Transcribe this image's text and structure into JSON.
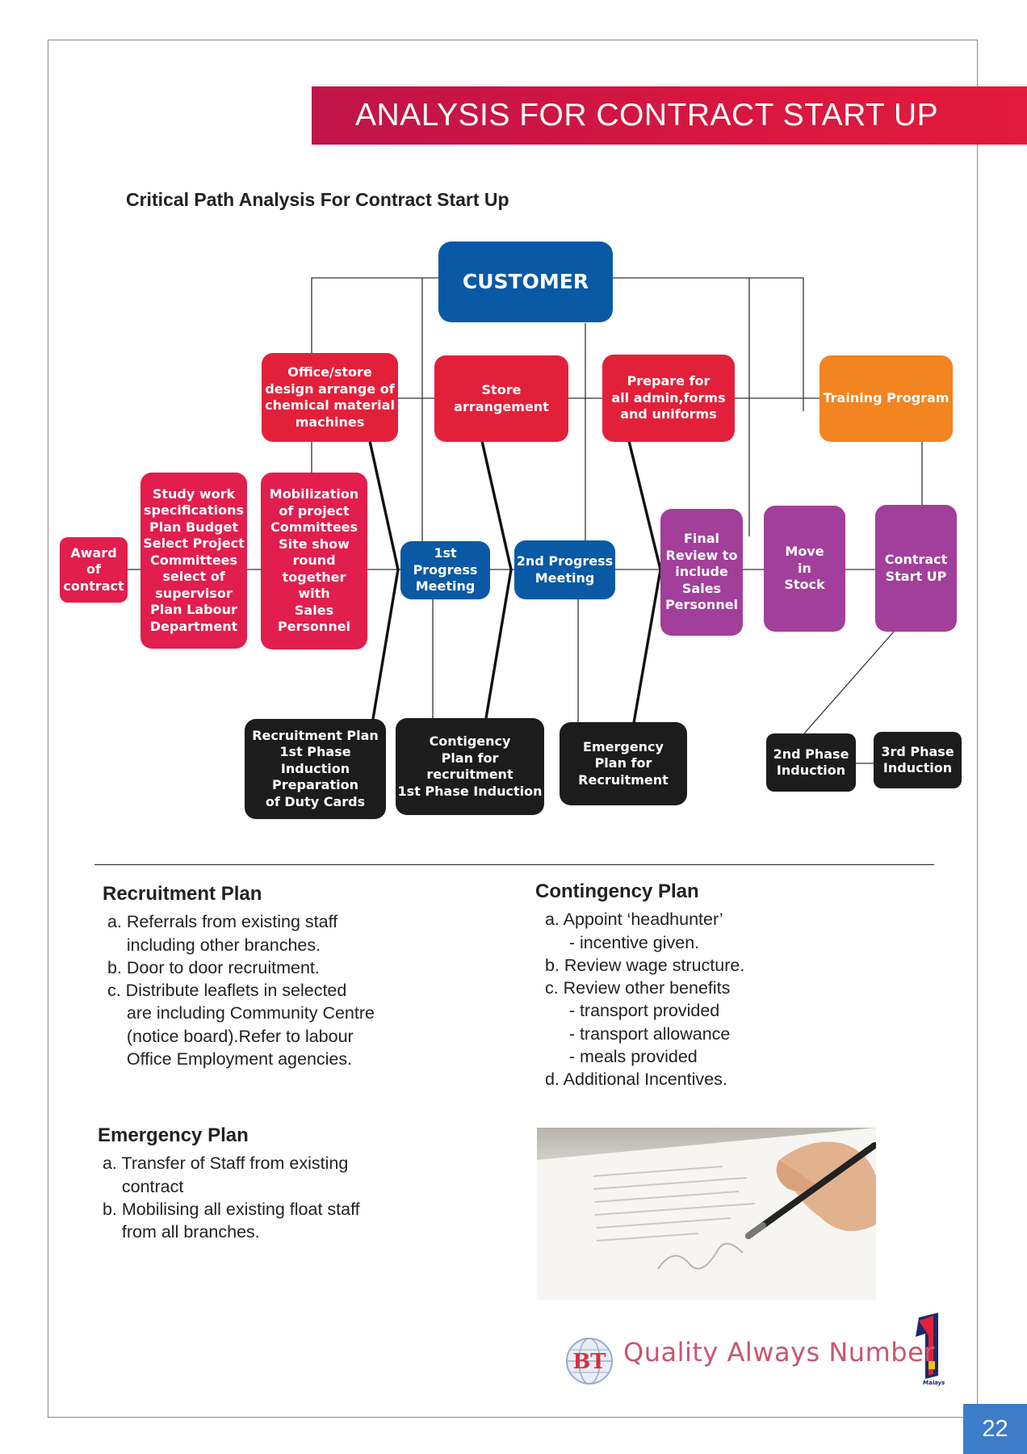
{
  "header": {
    "title": "ANALYSIS FOR CONTRACT START UP"
  },
  "diagram": {
    "subtitle": "Critical Path Analysis For Contract Start Up",
    "nodes": {
      "customer": "CUSTOMER",
      "office_store": "Office/store\ndesign arrange of\nchemical material\nmachines",
      "store_arrangement": "Store\narrangement",
      "prepare_admin": "Prepare for\nall admin,forms\nand uniforms",
      "training": "Training Program",
      "award": "Award\nof\ncontract",
      "study_work": "Study work\nspecifications\nPlan Budget\nSelect Project\nCommittees\nselect of\nsupervisor\nPlan Labour\nDepartment",
      "mobilization": "Mobilization\nof project\nCommittees\nSite show\nround together\nwith\nSales Personnel",
      "progress1": "1st Progress\nMeeting",
      "progress2": "2nd Progress\nMeeting",
      "final_review": "Final\nReview to\ninclude\nSales\nPersonnel",
      "move_stock": "Move\nin\nStock",
      "contract_start": "Contract\nStart UP",
      "recruitment_plan": "Recruitment Plan\n1st Phase Induction\nPreparation\nof Duty Cards",
      "contigency": "Contigency\nPlan for recruitment\n1st Phase Induction",
      "emergency": "Emergency\nPlan for\nRecruitment",
      "phase2": "2nd Phase\nInduction",
      "phase3": "3rd Phase\nInduction"
    },
    "colors": {
      "blue": "#0959a4",
      "red": "#e3203a",
      "orange": "#f28422",
      "purple": "#a23f9a",
      "black": "#1c1c1c"
    }
  },
  "recruitment": {
    "title": "Recruitment Plan",
    "lines": [
      " a. Referrals from existing staff",
      "     including other branches.",
      " b. Door to door recruitment.",
      " c. Distribute leaflets in selected",
      "     are including Community Centre",
      "     (notice board).Refer to labour",
      "     Office Employment agencies."
    ]
  },
  "contingency": {
    "title": "Contingency Plan",
    "lines": [
      "  a. Appoint ‘headhunter’",
      "       - incentive given.",
      "  b. Review wage structure.",
      "  c. Review other benefits",
      "       - transport provided",
      "       - transport allowance",
      "       - meals provided",
      "  d. Additional Incentives."
    ]
  },
  "emergency": {
    "title": "Emergency Plan",
    "lines": [
      " a. Transfer of Staff from existing",
      "     contract",
      " b. Mobilising all existing float staff",
      "     from all branches."
    ]
  },
  "footer": {
    "slogan": "Quality Always Number",
    "logo_letters": "BT",
    "country": "Malaysia",
    "page": "22"
  }
}
